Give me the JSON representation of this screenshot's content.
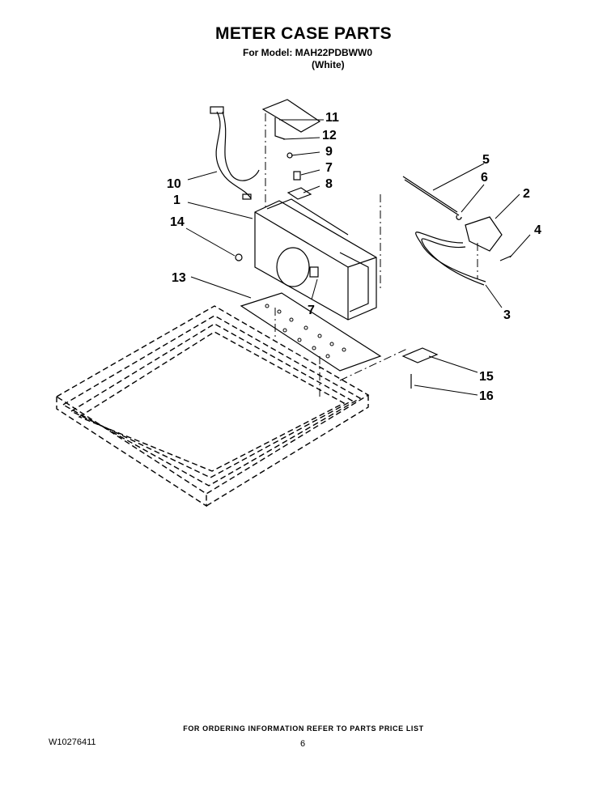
{
  "header": {
    "title": "METER CASE PARTS",
    "model_line": "For Model: MAH22PDBWW0",
    "color_line": "(White)"
  },
  "callouts": {
    "c1": "1",
    "c2": "2",
    "c3": "3",
    "c4": "4",
    "c5": "5",
    "c6": "6",
    "c7a": "7",
    "c7b": "7",
    "c8": "8",
    "c9": "9",
    "c10": "10",
    "c11": "11",
    "c12": "12",
    "c13": "13",
    "c14": "14",
    "c15": "15",
    "c16": "16"
  },
  "footer": {
    "ordering_info": "FOR ORDERING INFORMATION REFER TO PARTS PRICE LIST",
    "doc_number": "W10276411",
    "page_number": "6"
  }
}
